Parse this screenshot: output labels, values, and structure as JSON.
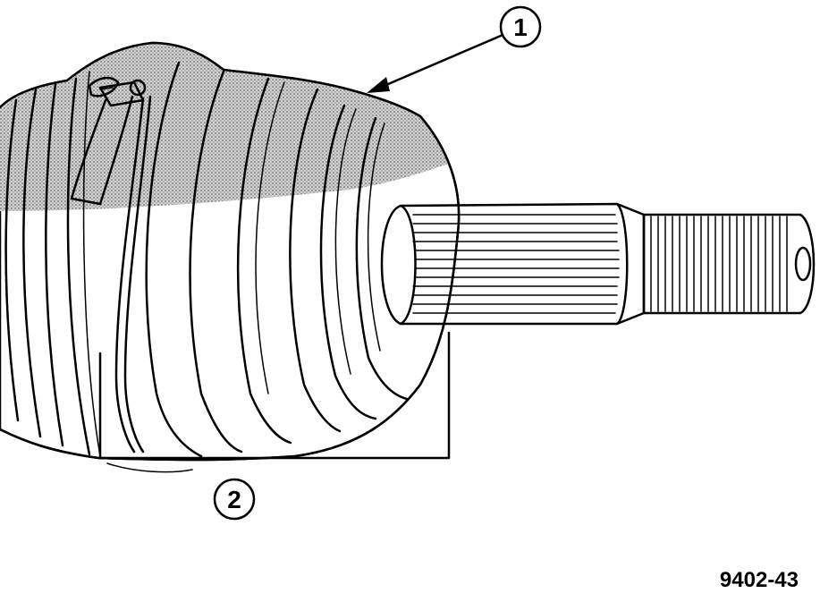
{
  "callouts": [
    {
      "label": "1"
    },
    {
      "label": "2"
    }
  ],
  "figure_number": "9402-43",
  "colors": {
    "ink": "#000000",
    "shade": "#b8b8b8",
    "paper": "#ffffff"
  }
}
